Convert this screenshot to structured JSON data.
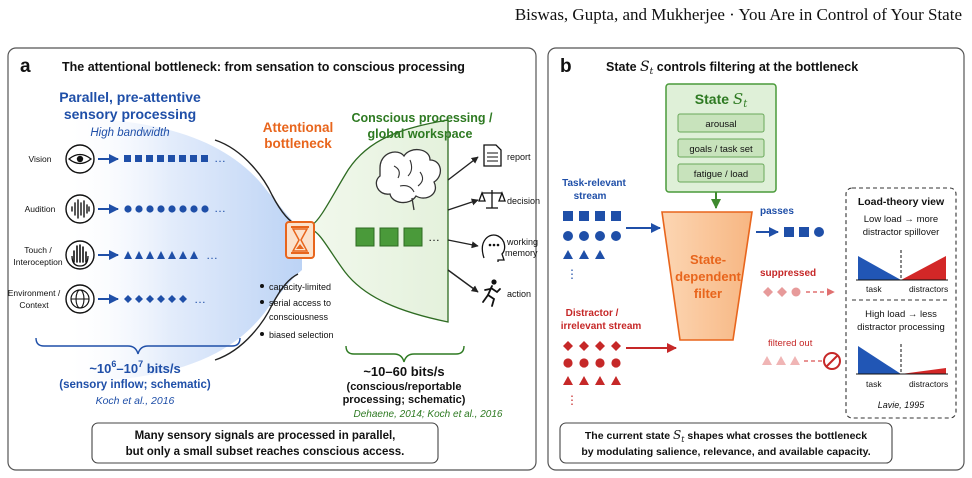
{
  "header": {
    "authors": "Biswas, Gupta, and Mukherjee",
    "separator": " · ",
    "running_title": "You Are in Control of Your State"
  },
  "colors": {
    "blue": "#1f4fa8",
    "orange": "#e8651c",
    "green": "#4a9a3a",
    "red": "#c62828",
    "pink": "#e79a9a",
    "panel_border": "#555555"
  },
  "panel_a": {
    "letter": "a",
    "title": "The attentional bottleneck: from sensation to conscious processing",
    "sensory_heading_1": "Parallel, pre-attentive",
    "sensory_heading_2": "sensory processing",
    "sensory_bandwidth": "High bandwidth",
    "senses": [
      {
        "label_1": "Vision",
        "label_2": "",
        "icon": "eye-icon",
        "marker": "square"
      },
      {
        "label_1": "Audition",
        "label_2": "",
        "icon": "waveform-icon",
        "marker": "circle"
      },
      {
        "label_1": "Touch /",
        "label_2": "Interoception",
        "icon": "hand-icon",
        "marker": "triangle"
      },
      {
        "label_1": "Environment /",
        "label_2": "Context",
        "icon": "globe-icon",
        "marker": "diamond"
      }
    ],
    "ellipsis": "…",
    "bottleneck_1": "Attentional",
    "bottleneck_2": "bottleneck",
    "bottleneck_icon": "hourglass-icon",
    "bottleneck_bullets": [
      "capacity-limited",
      "serial access to",
      "consciousness",
      "biased selection"
    ],
    "conscious_heading_1": "Conscious processing /",
    "conscious_heading_2": "global workspace",
    "conscious_icon": "brain-icon",
    "outputs": [
      {
        "label_1": "report",
        "label_2": "",
        "icon": "document-icon"
      },
      {
        "label_1": "decision",
        "label_2": "",
        "icon": "scales-icon"
      },
      {
        "label_1": "working",
        "label_2": "memory",
        "icon": "head-icon"
      },
      {
        "label_1": "action",
        "label_2": "",
        "icon": "runner-icon"
      }
    ],
    "sensory_rate": {
      "prefix": "~10",
      "exp1": "6",
      "mid": "–10",
      "exp2": "7",
      "unit": " bits/s"
    },
    "sensory_rate_note": "(sensory inflow; schematic)",
    "sensory_cite": "Koch et al., 2016",
    "conscious_rate": "~10–60 bits/s",
    "conscious_rate_note_1": "(conscious/reportable",
    "conscious_rate_note_2": "processing; schematic)",
    "conscious_cite": "Dehaene, 2014; Koch et al., 2016",
    "summary_1": "Many sensory signals are processed in parallel,",
    "summary_2": "but only a small subset reaches conscious access."
  },
  "panel_b": {
    "letter": "b",
    "title_pre": "State ",
    "title_var": "S",
    "title_sub": "t",
    "title_post": " controls filtering at the bottleneck",
    "state_title": "State ",
    "state_var": "S",
    "state_sub": "t",
    "state_items": [
      "arousal",
      "goals / task set",
      "fatigue / load"
    ],
    "task_stream_1": "Task-relevant",
    "task_stream_2": "stream",
    "distractor_stream_1": "Distractor /",
    "distractor_stream_2": "irrelevant stream",
    "vertical_ellipsis": "⋮",
    "filter_1": "State-",
    "filter_2": "dependent",
    "filter_3": "filter",
    "passes": "passes",
    "suppressed": "suppressed",
    "filtered_out": "filtered out",
    "block_icon": "prohibited-icon",
    "load_title": "Load-theory view",
    "low_load_1": "Low load → more",
    "low_load_2": "distractor spillover",
    "high_load_1": "High load → less",
    "high_load_2": "distractor processing",
    "axis_task": "task",
    "axis_distractors": "distractors",
    "load_cite": "Lavie, 1995",
    "summary_1_pre": "The current state ",
    "summary_var": "S",
    "summary_sub": "t",
    "summary_1_post": " shapes what crosses the bottleneck",
    "summary_2": "by modulating salience, relevance, and available capacity."
  }
}
